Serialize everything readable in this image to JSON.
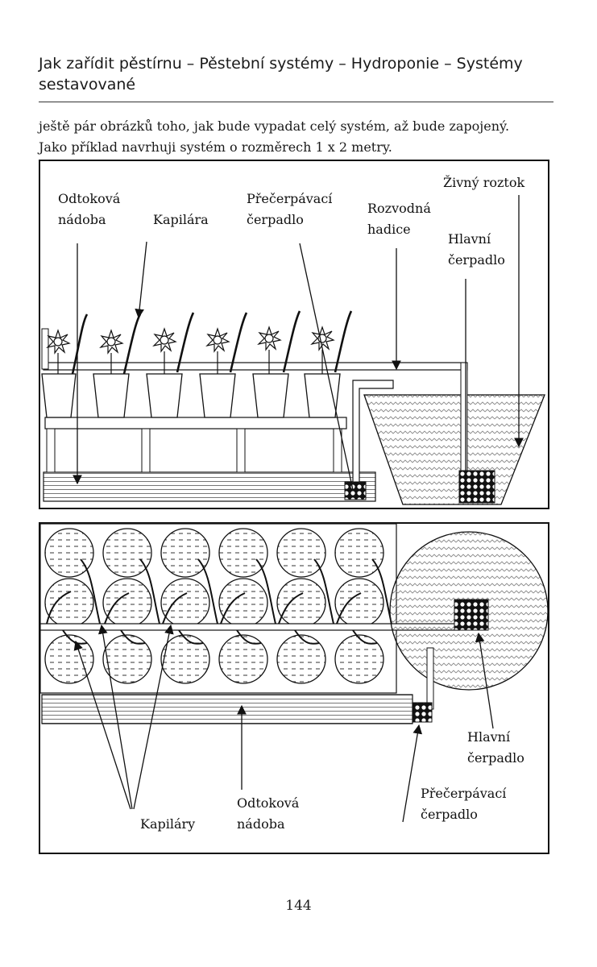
{
  "header": {
    "line1": "Jak zařídit pěstírnu – Pěstební systémy – Hydroponie – Systémy",
    "line2": "sestavované"
  },
  "intro": {
    "line1": "ještě pár obrázků toho, jak bude vypadat celý systém, až bude zapojený.",
    "line2": "Jako příklad navrhuji systém o rozměrech 1 x 2 metry."
  },
  "side_view": {
    "labels": {
      "drain_l1": "Odtoková",
      "drain_l2": "nádoba",
      "capillary": "Kapilára",
      "transfer_l1": "Přečerpávací",
      "transfer_l2": "čerpadlo",
      "hose_l1": "Rozvodná",
      "hose_l2": "hadice",
      "solution": "Živný roztok",
      "main_l1": "Hlavní",
      "main_l2": "čerpadlo"
    }
  },
  "top_view": {
    "labels": {
      "capillaries": "Kapiláry",
      "drain_l1": "Odtoková",
      "drain_l2": "nádoba",
      "main_l1": "Hlavní",
      "main_l2": "čerpadlo",
      "transfer_l1": "Přečerpávací",
      "transfer_l2": "čerpadlo"
    }
  },
  "page_number": "144"
}
